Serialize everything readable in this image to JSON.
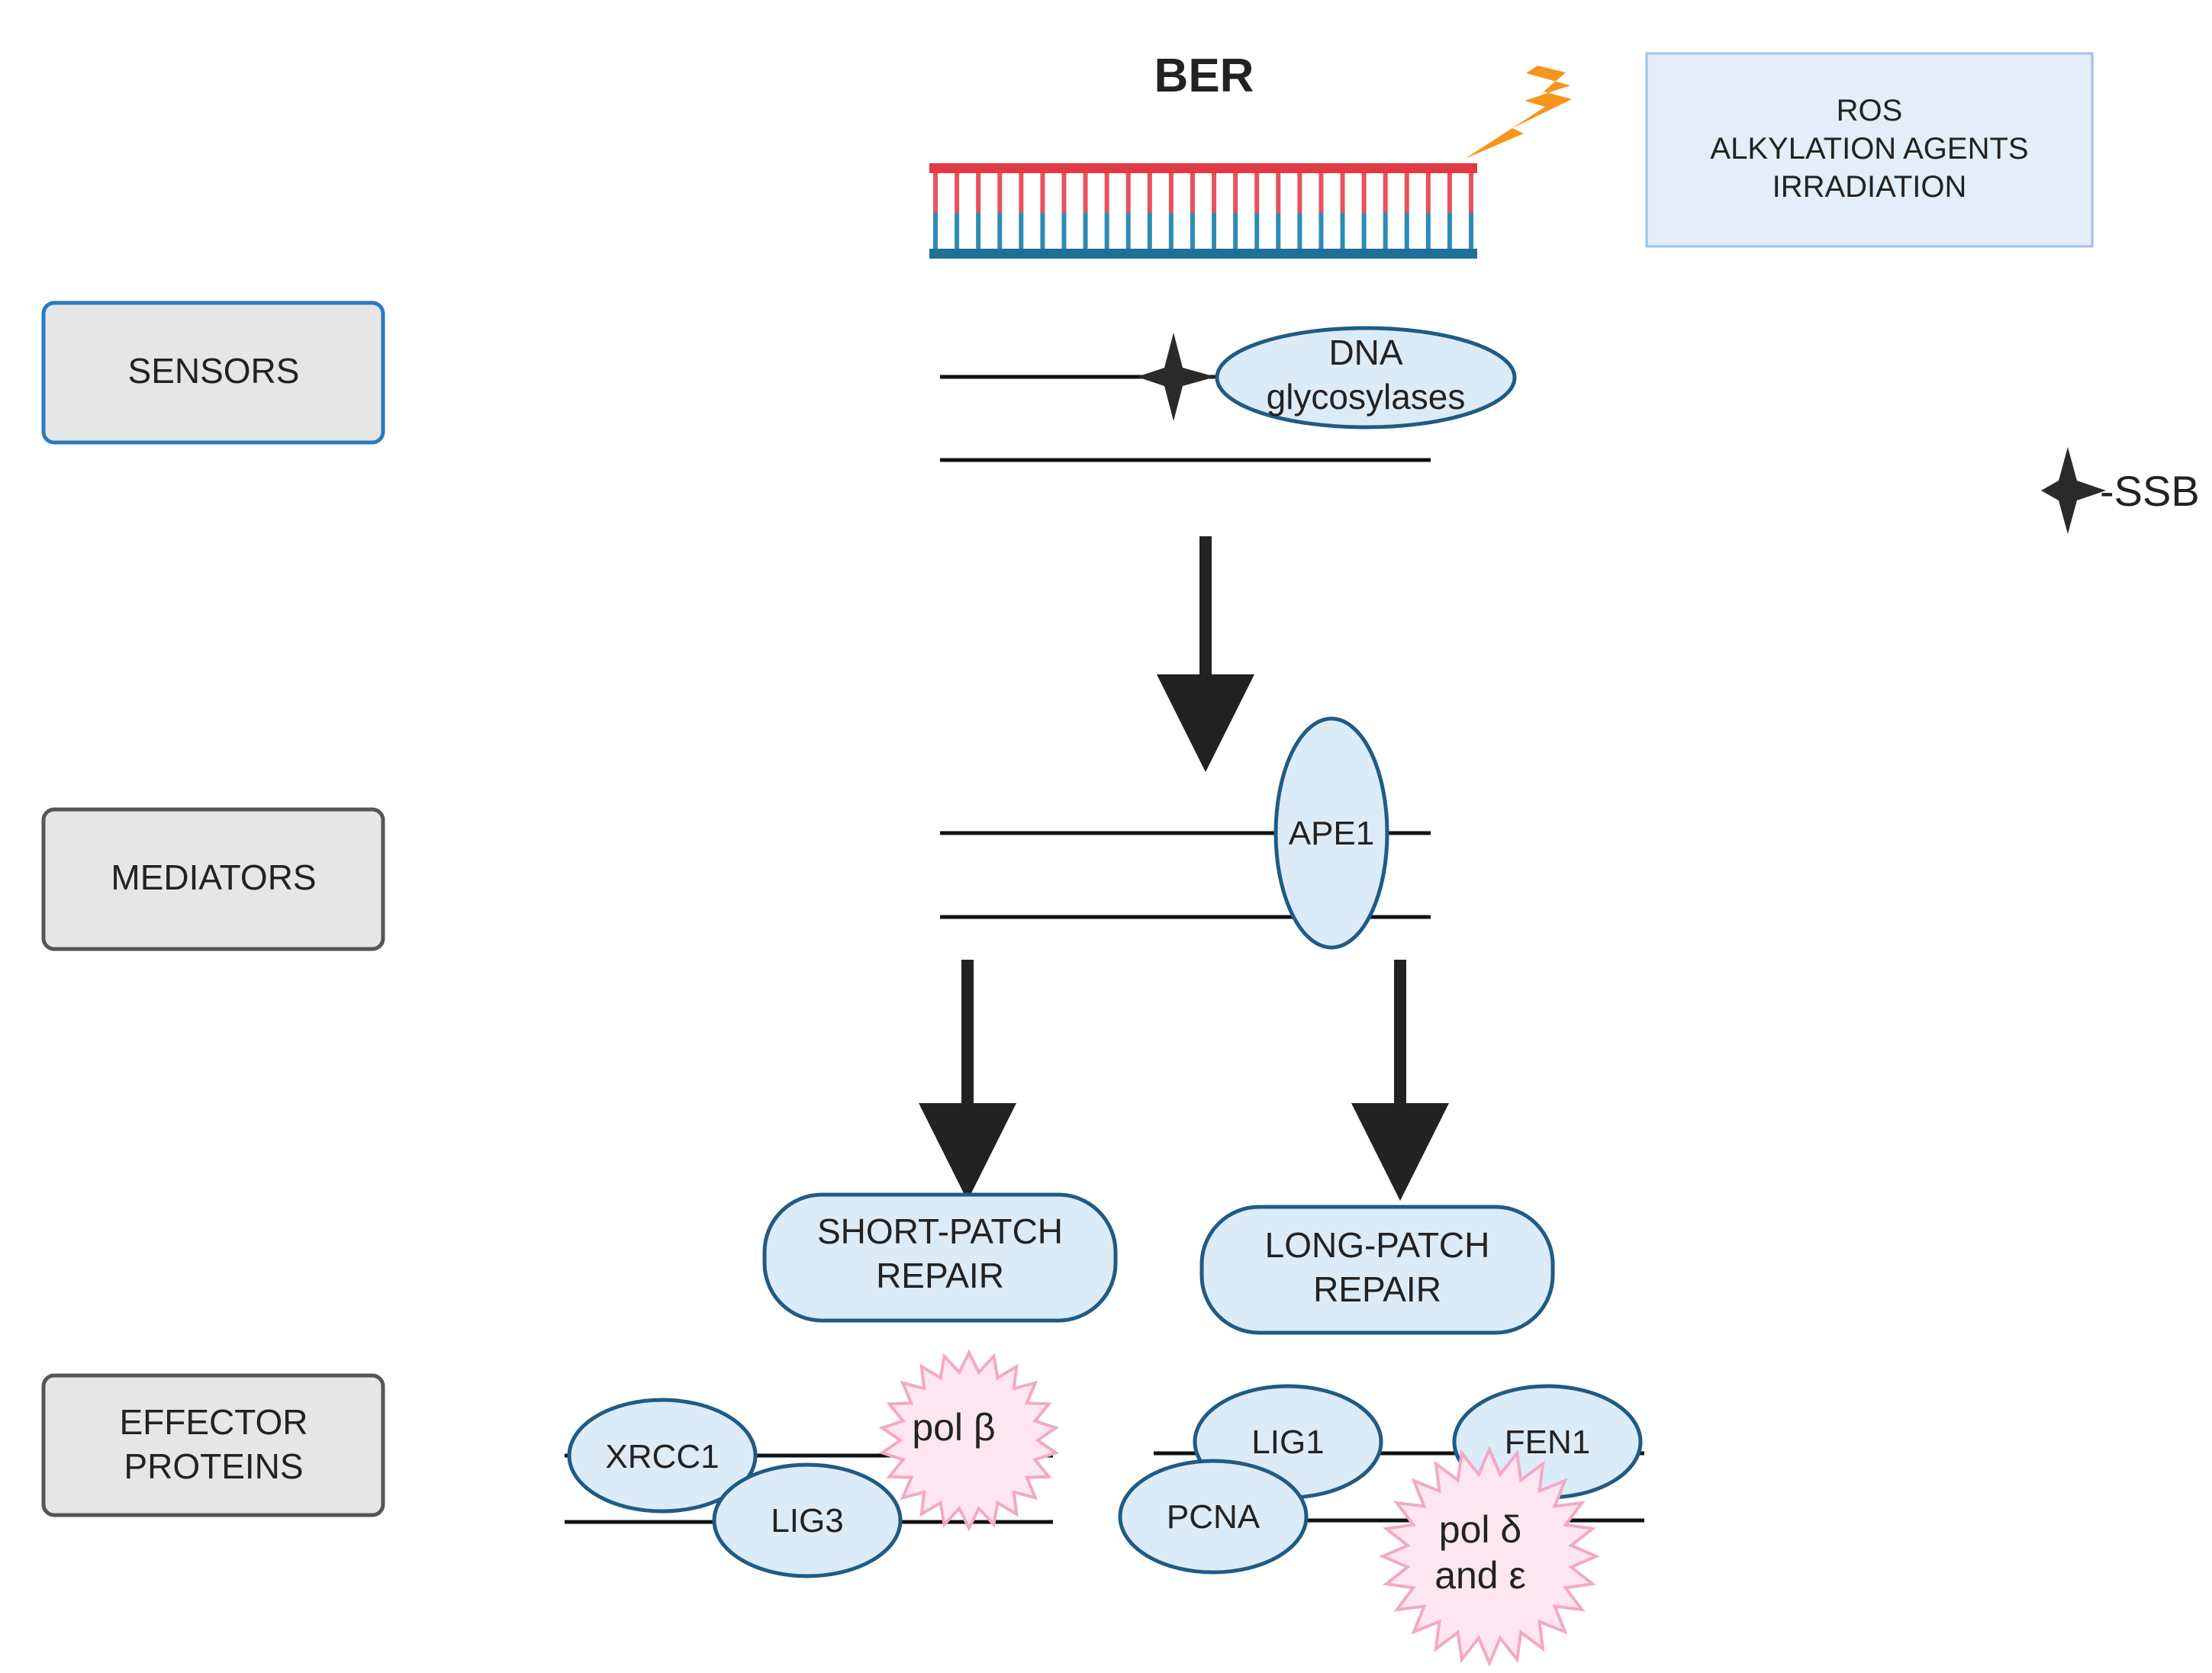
{
  "title": "BER",
  "damage_sources": {
    "line1": "ROS",
    "line2": "ALKYLATION AGENTS",
    "line3": "IRRADIATION"
  },
  "stages": {
    "sensors": "SENSORS",
    "mediators": "MEDIATORS",
    "effectors_line1": "EFFECTOR",
    "effectors_line2": "PROTEINS"
  },
  "sensor_protein": {
    "line1": "DNA",
    "line2": "glycosylases"
  },
  "mediator_protein": "APE1",
  "legend": {
    "ssb": "-SSB"
  },
  "pathways": {
    "short_patch_line1": "SHORT-PATCH",
    "short_patch_line2": "REPAIR",
    "long_patch_line1": "LONG-PATCH",
    "long_patch_line2": "REPAIR"
  },
  "short_patch_proteins": {
    "xrcc1": "XRCC1",
    "lig3": "LIG3",
    "pol_beta": "pol β"
  },
  "long_patch_proteins": {
    "lig1": "LIG1",
    "fen1": "FEN1",
    "pcna": "PCNA",
    "pol_delta_line1": "pol δ",
    "pol_delta_line2": "and ε"
  },
  "colors": {
    "protein_fill": "#dcebf8",
    "protein_stroke": "#1f5b85",
    "stage_box_fill": "#e6e6e6",
    "stage_box_stroke": "#555555",
    "sensors_box_stroke": "#2a7ac0",
    "damage_box_fill": "#e3eefa",
    "damage_box_stroke": "#9fc2e6",
    "polymerase_fill": "#fde6f0",
    "polymerase_stroke": "#f4a8c6",
    "dna_red": "#e8525c",
    "dna_blue": "#2c8cb7",
    "lightning": "#f7941d"
  }
}
